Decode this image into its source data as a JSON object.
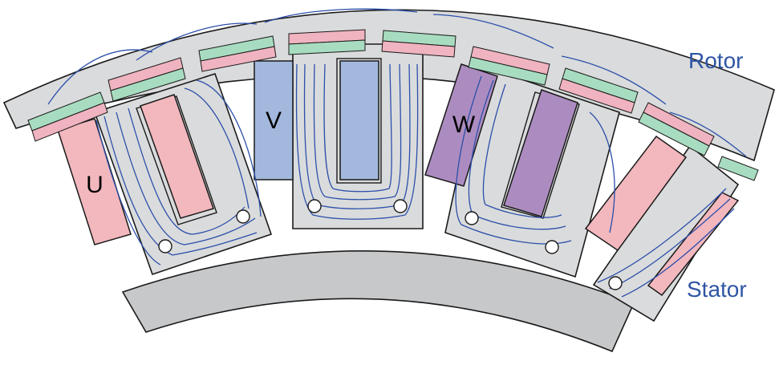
{
  "labels": {
    "rotor": "Rotor",
    "stator": "Stator",
    "phase_u": "U",
    "phase_v": "V",
    "phase_w": "W"
  },
  "colors": {
    "iron": "#dadbdc",
    "back_iron": "#c6c8ca",
    "outline": "#1a1a1a",
    "flux_line": "#2b4faa",
    "coil_u": "#f2b8be",
    "coil_v": "#a3b8dd",
    "coil_w": "#ac8cc0",
    "magnet_pink": "#f0b3c0",
    "magnet_green": "#a8dcc0",
    "label_text": "#2f55a4",
    "phase_text": "#000000"
  }
}
